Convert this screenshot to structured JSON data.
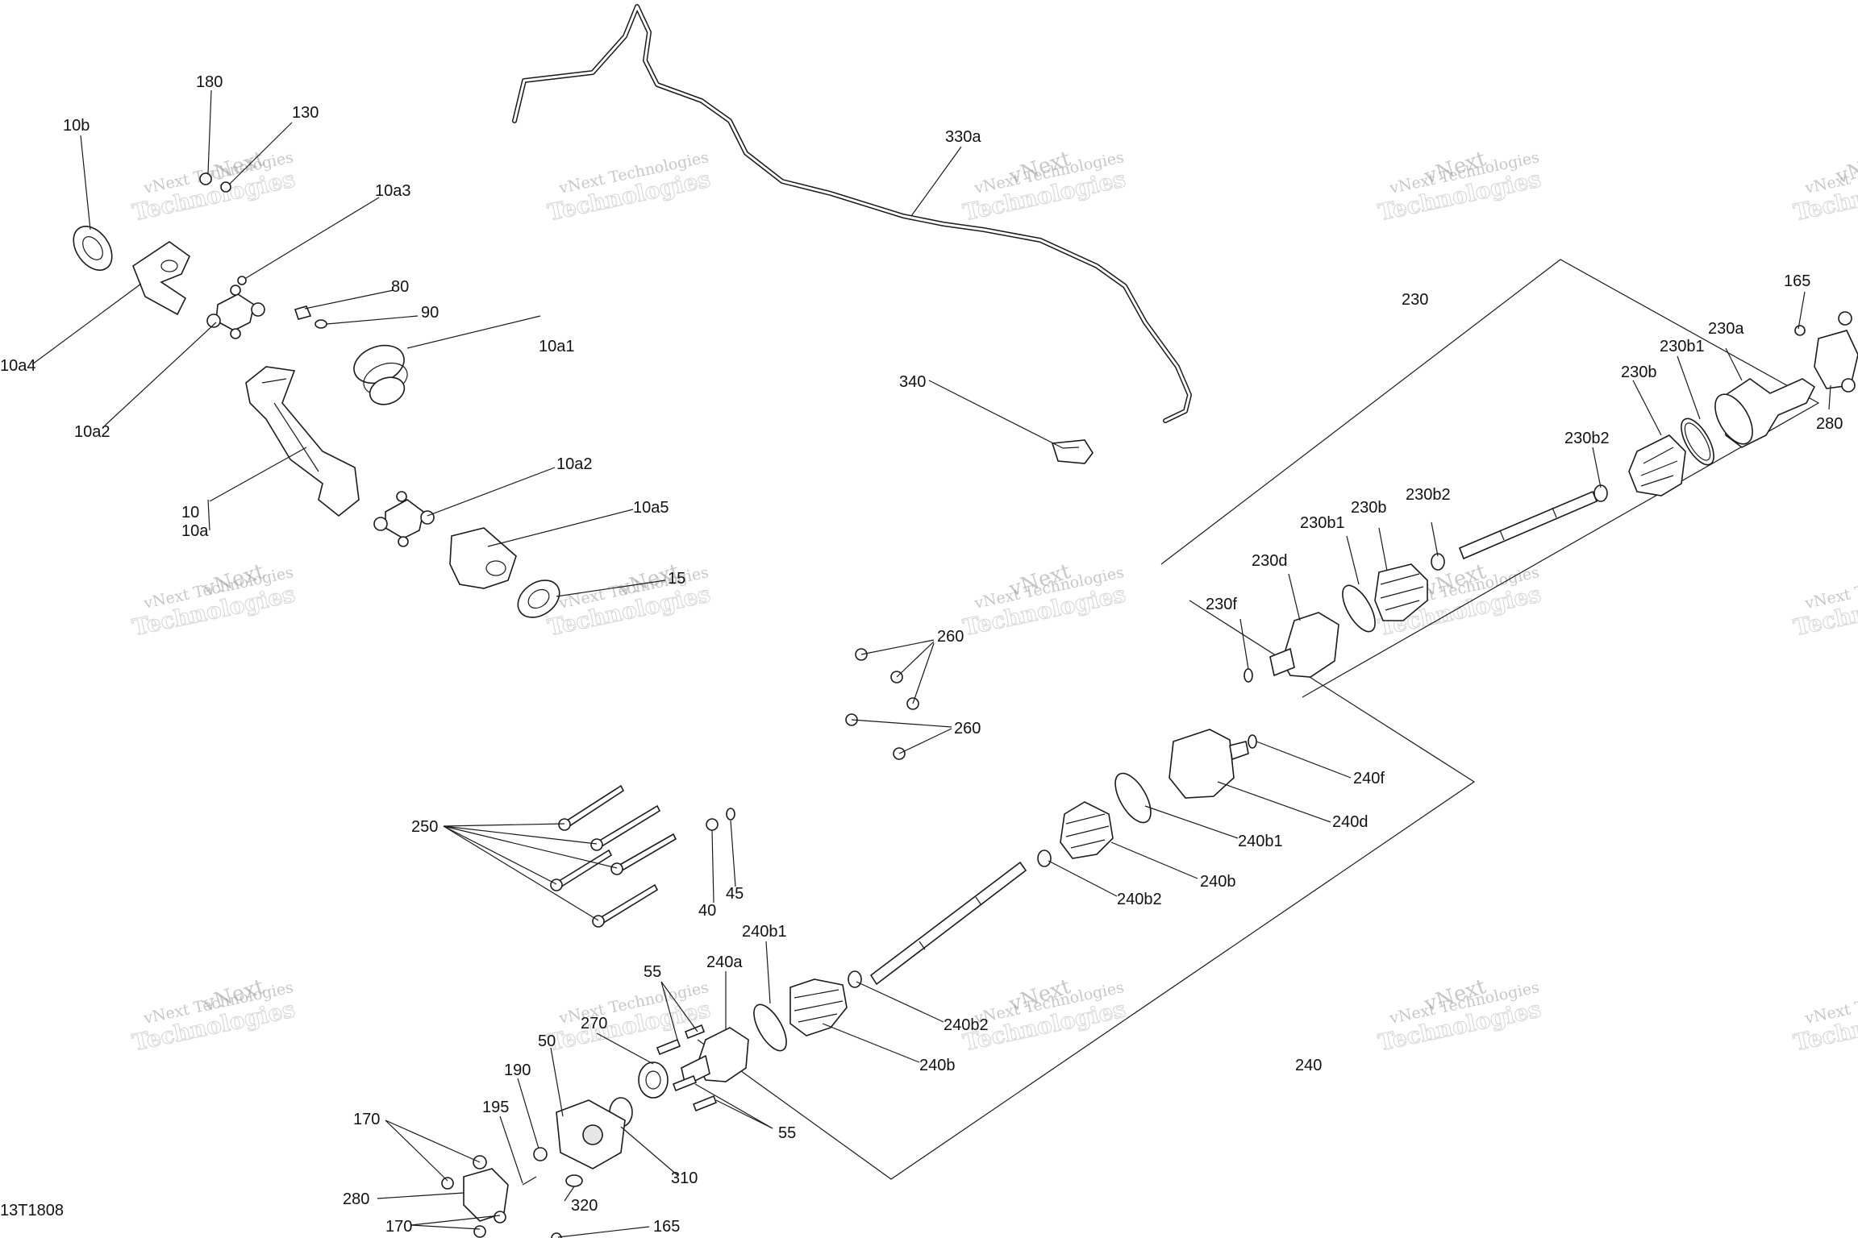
{
  "diagram": {
    "drawing_code": "13T1808",
    "watermark": {
      "line1": "vNext Technologies",
      "line2": "Technologies",
      "brand": "vNext"
    },
    "callouts": {
      "c_180": "180",
      "c_130": "130",
      "c_10b": "10b",
      "c_10a3": "10a3",
      "c_80": "80",
      "c_90": "90",
      "c_10a1": "10a1",
      "c_10a4": "10a4",
      "c_10a2_top": "10a2",
      "c_10": "10",
      "c_10a": "10a",
      "c_10a2_mid": "10a2",
      "c_10a5": "10a5",
      "c_15": "15",
      "c_330a": "330a",
      "c_340": "340",
      "c_230": "230",
      "c_165_top": "165",
      "c_230a": "230a",
      "c_230b1_top": "230b1",
      "c_230b_top": "230b",
      "c_280_top": "280",
      "c_230b2_top": "230b2",
      "c_230b2_mid": "230b2",
      "c_230b1_mid": "230b1",
      "c_230b_mid": "230b",
      "c_230d": "230d",
      "c_230f": "230f",
      "c_260_a": "260",
      "c_260_b": "260",
      "c_240f": "240f",
      "c_240d": "240d",
      "c_240b1_r": "240b1",
      "c_240b_r": "240b",
      "c_240b2_r": "240b2",
      "c_250": "250",
      "c_40": "40",
      "c_45": "45",
      "c_240b1_l": "240b1",
      "c_240a": "240a",
      "c_55_top": "55",
      "c_240b2_l": "240b2",
      "c_270": "270",
      "c_50": "50",
      "c_240b_l": "240b",
      "c_240": "240",
      "c_190": "190",
      "c_195": "195",
      "c_170_top": "170",
      "c_55_bot": "55",
      "c_310": "310",
      "c_280_bot": "280",
      "c_320": "320",
      "c_170_bot": "170",
      "c_165_bot": "165"
    }
  }
}
